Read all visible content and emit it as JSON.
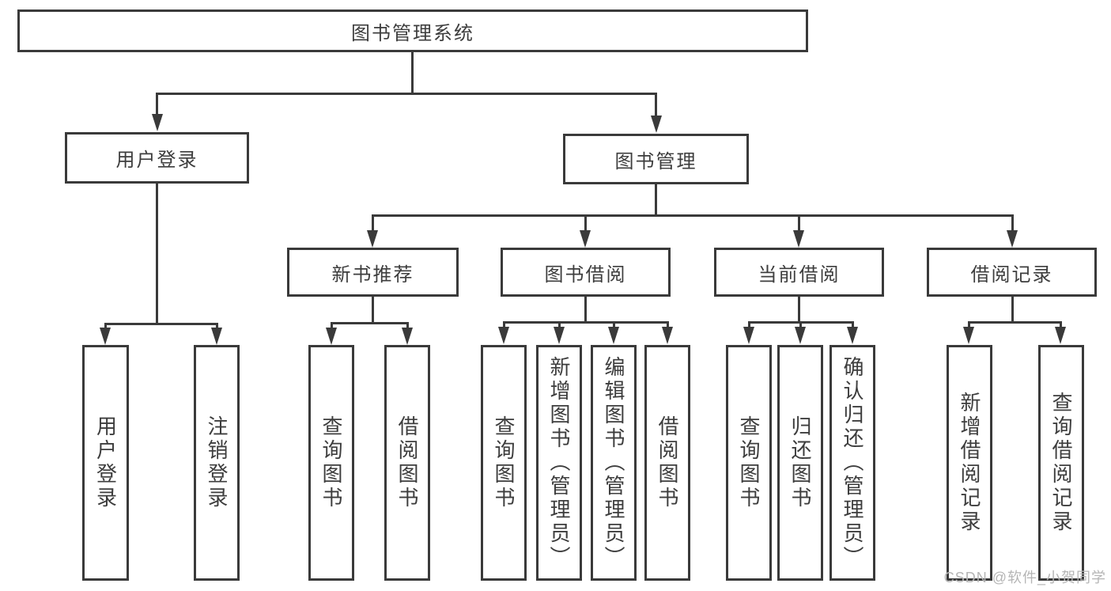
{
  "diagram": {
    "root": {
      "label": "图书管理系统"
    },
    "branches": [
      {
        "label": "用户登录",
        "leaves": [
          "用户登录",
          "注销登录"
        ]
      },
      {
        "label": "图书管理",
        "groups": [
          {
            "label": "新书推荐",
            "leaves": [
              "查询图书",
              "借阅图书"
            ]
          },
          {
            "label": "图书借阅",
            "leaves": [
              "查询图书",
              "新增图书（管理员）",
              "编辑图书（管理员）",
              "借阅图书"
            ]
          },
          {
            "label": "当前借阅",
            "leaves": [
              "查询图书",
              "归还图书",
              "确认归还（管理员）"
            ]
          },
          {
            "label": "借阅记录",
            "leaves": [
              "新增借阅记录",
              "查询借阅记录"
            ]
          }
        ]
      }
    ],
    "colors": {
      "line": "#3a3a3a",
      "text": "#3d3d3d",
      "watermark": "#b5b5b5"
    },
    "watermark": "CSDN @软件_小贺同学"
  }
}
